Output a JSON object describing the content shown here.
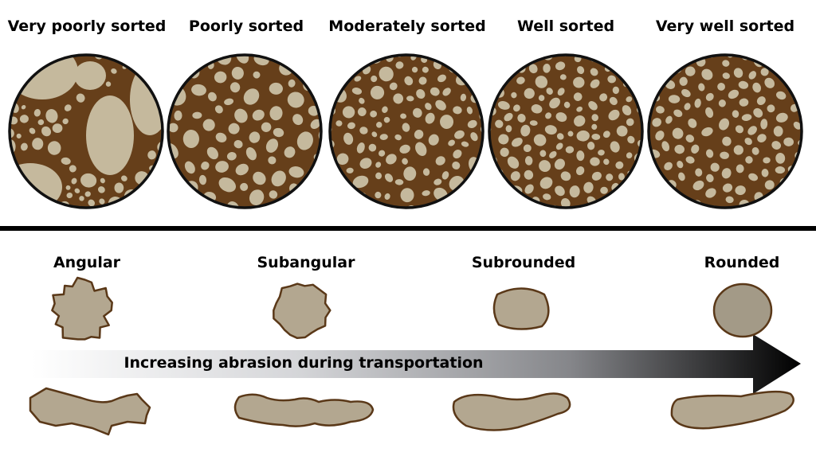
{
  "sorting": {
    "items": [
      {
        "label": "Very poorly sorted"
      },
      {
        "label": "Poorly sorted"
      },
      {
        "label": "Moderately sorted"
      },
      {
        "label": "Well sorted"
      },
      {
        "label": "Very well sorted"
      }
    ]
  },
  "rounding": {
    "items": [
      {
        "label": "Angular"
      },
      {
        "label": "Subangular"
      },
      {
        "label": "Subrounded"
      },
      {
        "label": "Rounded"
      }
    ]
  },
  "arrow": {
    "label": "Increasing abrasion during transportation"
  },
  "colors": {
    "matrix": "#663f1a",
    "grain": "#c5b99d",
    "clast": "#b3a790",
    "clast_outline": "#5a3818",
    "divider": "#000000"
  }
}
